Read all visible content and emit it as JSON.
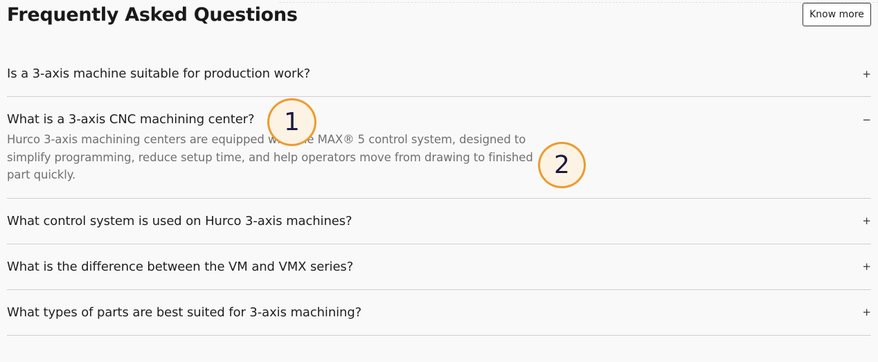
{
  "header": {
    "title": "Frequently Asked Questions",
    "know_more_label": "Know more"
  },
  "faq": {
    "items": [
      {
        "question": "Is a 3-axis machine suitable for production work?",
        "toggle": "+",
        "expanded": false
      },
      {
        "question": "What is a 3-axis CNC machining center?",
        "toggle": "−",
        "expanded": true,
        "answer": "Hurco 3-axis machining centers are equipped with the MAX® 5 control system, designed to simplify programming, reduce setup time, and help operators move from drawing to finished part quickly."
      },
      {
        "question": "What control system is used on Hurco 3-axis machines?",
        "toggle": "+",
        "expanded": false
      },
      {
        "question": "What is the difference between the VM and VMX series?",
        "toggle": "+",
        "expanded": false
      },
      {
        "question": "What types of parts are best suited for 3-axis machining?",
        "toggle": "+",
        "expanded": false
      }
    ]
  },
  "callouts": [
    {
      "label": "1"
    },
    {
      "label": "2"
    }
  ],
  "colors": {
    "callout_border": "#ef9a2e",
    "callout_text": "#1c1a3f",
    "divider": "#cfcfcf",
    "answer_text": "#707070"
  }
}
